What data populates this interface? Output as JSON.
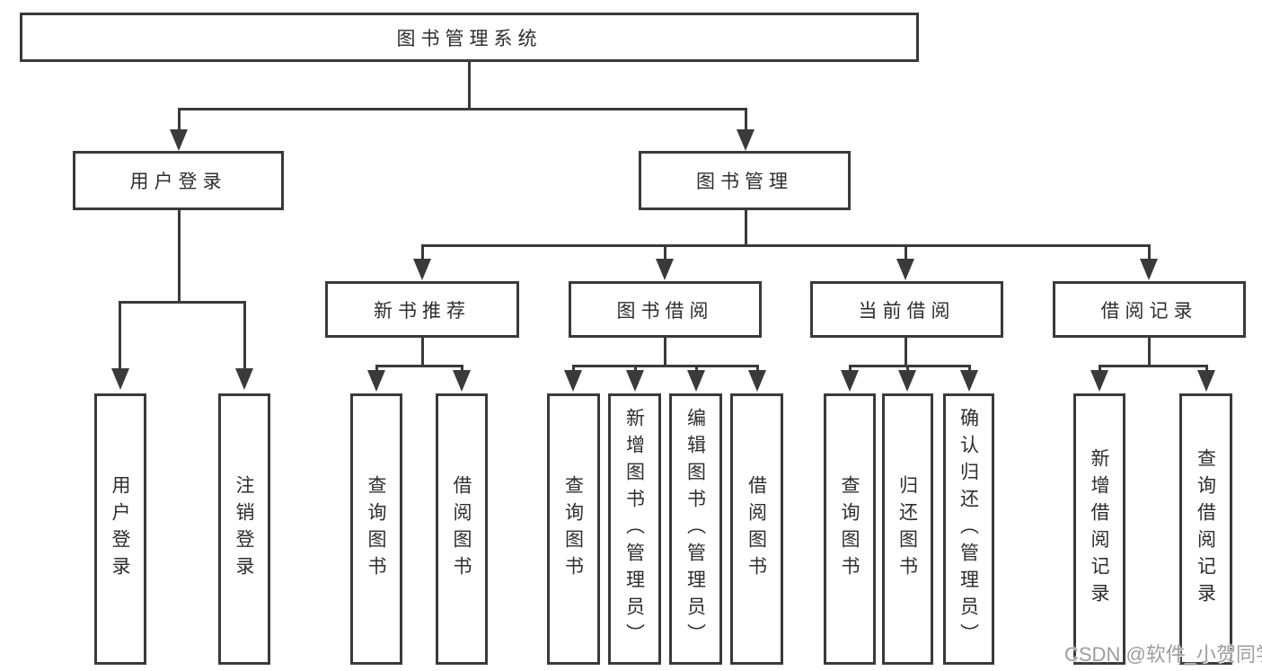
{
  "diagram": {
    "root": {
      "label": "图书管理系统"
    },
    "level2": [
      "用户登录",
      "图书管理"
    ],
    "level3": [
      "新书推荐",
      "图书借阅",
      "当前借阅",
      "借阅记录"
    ],
    "leaves": {
      "user_login": [
        "用户登录",
        "注销登录"
      ],
      "new_book_rec": [
        "查询图书",
        "借阅图书"
      ],
      "book_borrow": [
        "查询图书",
        "新增图书（管理员）",
        "编辑图书（管理员）",
        "借阅图书"
      ],
      "current_borrow": [
        "查询图书",
        "归还图书",
        "确认归还（管理员）"
      ],
      "borrow_records": [
        "新增借阅记录",
        "查询借阅记录"
      ]
    },
    "watermark": "CSDN @软件_小贺同学",
    "colors": {
      "line": "#3a3a3a",
      "text": "#2e2e2e",
      "background": "#ffffff",
      "watermark": "#9d9d9d"
    }
  }
}
